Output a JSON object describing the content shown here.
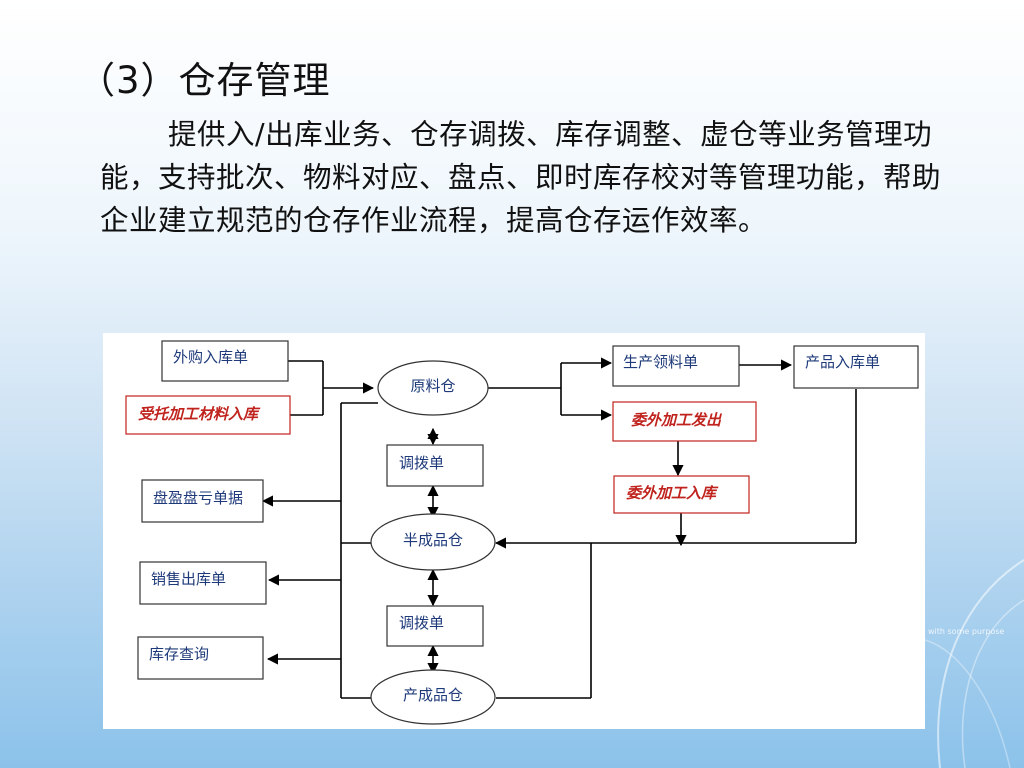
{
  "slide": {
    "heading": "（3）仓存管理",
    "body": "提供入/出库业务、仓存调拨、库存调整、虚仓等业务管理功能，支持批次、物料对应、盘点、即时库存校对等管理功能，帮助企业建立规范的仓存作业流程，提高仓存运作效率。",
    "watermark": "with some purpose"
  },
  "diagram": {
    "purchase_inbound": "外购入库单",
    "consigned_material_inbound": "受托加工材料入库",
    "raw_material_warehouse": "原料仓",
    "production_requisition": "生产领料单",
    "product_inbound": "产品入库单",
    "outsourced_dispatch": "委外加工发出",
    "outsourced_inbound": "委外加工入库",
    "transfer_order_1": "调拨单",
    "stocktake_difference": "盘盈盘亏单据",
    "semi_finished_warehouse": "半成品仓",
    "sales_outbound": "销售出库单",
    "transfer_order_2": "调拨单",
    "inventory_query": "库存查询",
    "finished_goods_warehouse": "产成品仓"
  }
}
